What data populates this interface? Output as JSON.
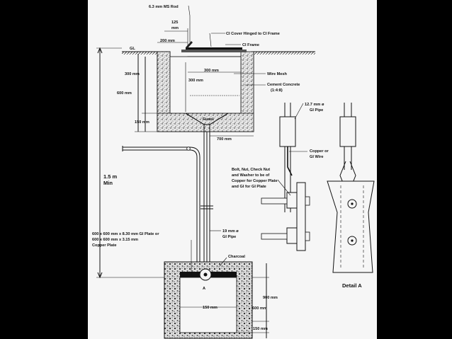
{
  "labels": {
    "ms_rod": "6.3 mm MS Rod",
    "dim_125": "125",
    "dim_125_unit": "mm",
    "ci_cover": "CI Cover Hinged to CI Frame",
    "dim_200": "200 mm",
    "gl": "GL",
    "ci_frame": "CI Frame",
    "dim_300_height": "300 mm",
    "dim_300_inner_w": "300 mm",
    "dim_300_inner_h": "300 mm",
    "wire_mesh": "Wire Mesh",
    "cement_concrete": "Cement Concrete",
    "cement_ratio": "(1:4:8)",
    "dim_600": "600 mm",
    "funel": "Funel",
    "dim_150_base": "150 mm",
    "dim_700": "700 mm",
    "depth_15m": "1.5 m",
    "depth_min": "Min",
    "pipe_127": "12.7 mm ø",
    "pipe_127_b": "GI Pipe",
    "copper_wire": "Copper or",
    "copper_wire_b": "GI Wire",
    "bolt_1": "Bolt, Nut, Check Nut",
    "bolt_2": "and Washer to be of",
    "bolt_3": "Copper for Copper Plate",
    "bolt_4": "and GI for GI Plate",
    "plate_1": "600 x 600 mm x 8.30 mm GI Plate or",
    "plate_2": "600 x 600 mm x 3.15 mm",
    "plate_3": "Copper Plate",
    "pipe_19": "19 mm ø",
    "pipe_19_b": "GI Pipe",
    "charcoal": "Charcoal",
    "point_a": "A",
    "dim_900": "900 mm",
    "dim_150_pit": "150 mm",
    "dim_600_pit": "600 mm",
    "dim_150_bottom": "150 mm",
    "detail_a": "Detail A"
  }
}
